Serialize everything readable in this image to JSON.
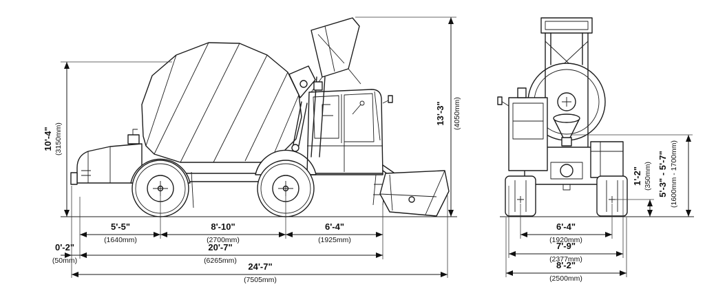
{
  "colors": {
    "line": "#1a1a1a",
    "background": "#ffffff"
  },
  "side_view": {
    "height_to_drum_top": {
      "ft": "10'-4\"",
      "mm": "(3150mm)"
    },
    "overall_height": {
      "ft": "13'-3\"",
      "mm": "(4050mm)"
    },
    "rear_overhang": {
      "ft": "0'-2\"",
      "mm": "(50mm)"
    },
    "rear_to_rear_axle": {
      "ft": "5'-5\"",
      "mm": "(1640mm)"
    },
    "wheelbase": {
      "ft": "8'-10\"",
      "mm": "(2700mm)"
    },
    "front_axle_to_cab_front": {
      "ft": "6'-4\"",
      "mm": "(1925mm)"
    },
    "body_length": {
      "ft": "20'-7\"",
      "mm": "(6265mm)"
    },
    "overall_length": {
      "ft": "24'-7\"",
      "mm": "(7505mm)"
    }
  },
  "rear_view": {
    "axle_ground_clearance": {
      "ft": "1'-2\"",
      "mm": "(350mm)"
    },
    "discharge_height_range": {
      "ft": "5'-3\" - 5'-7\"",
      "mm": "(1600mm - 1700mm)"
    },
    "track_width": {
      "ft": "6'-4\"",
      "mm": "(1920mm)"
    },
    "body_width": {
      "ft": "7'-9\"",
      "mm": "(2377mm)"
    },
    "overall_width": {
      "ft": "8'-2\"",
      "mm": "(2500mm)"
    }
  }
}
